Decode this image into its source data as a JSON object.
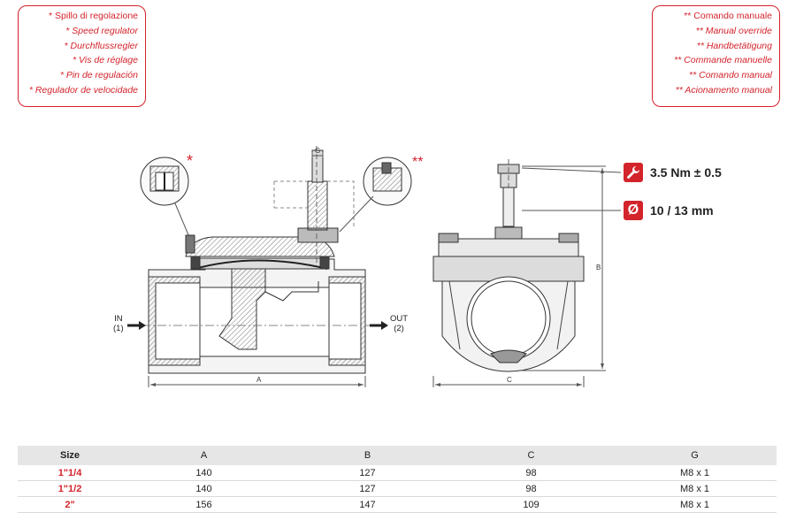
{
  "legend_left": {
    "lines": [
      "* Spillo di regolazione",
      "* Speed regulator",
      "* Durchflussregler",
      "* Vis de réglage",
      "* Pin de regulación",
      "* Regulador de velocidade"
    ]
  },
  "legend_right": {
    "lines": [
      "** Comando manuale",
      "** Manual override",
      "** Handbetätigung",
      "** Commande manuelle",
      "** Comando manual",
      "** Acionamento manual"
    ]
  },
  "specs": {
    "torque": "3.5 Nm ± 0.5",
    "wrench_size": "10 / 13 mm",
    "diameter_glyph": "Ø"
  },
  "drawing": {
    "marker_single": "*",
    "marker_double": "**",
    "port_in": [
      "IN",
      "(1)"
    ],
    "port_out": [
      "OUT",
      "(2)"
    ],
    "dim_a": "A",
    "dim_b": "B",
    "dim_c": "C",
    "dim_g": "G"
  },
  "table": {
    "headers": [
      "Size",
      "A",
      "B",
      "C",
      "G"
    ],
    "rows": [
      [
        "1\"1/4",
        "140",
        "127",
        "98",
        "M8 x 1"
      ],
      [
        "1\"1/2",
        "140",
        "127",
        "98",
        "M8 x 1"
      ],
      [
        "2\"",
        "156",
        "147",
        "109",
        "M8 x 1"
      ]
    ]
  },
  "colors": {
    "accent": "#d3232b"
  },
  "icons": [
    "wrench-icon",
    "diameter-icon",
    "arrow-right-icon"
  ]
}
